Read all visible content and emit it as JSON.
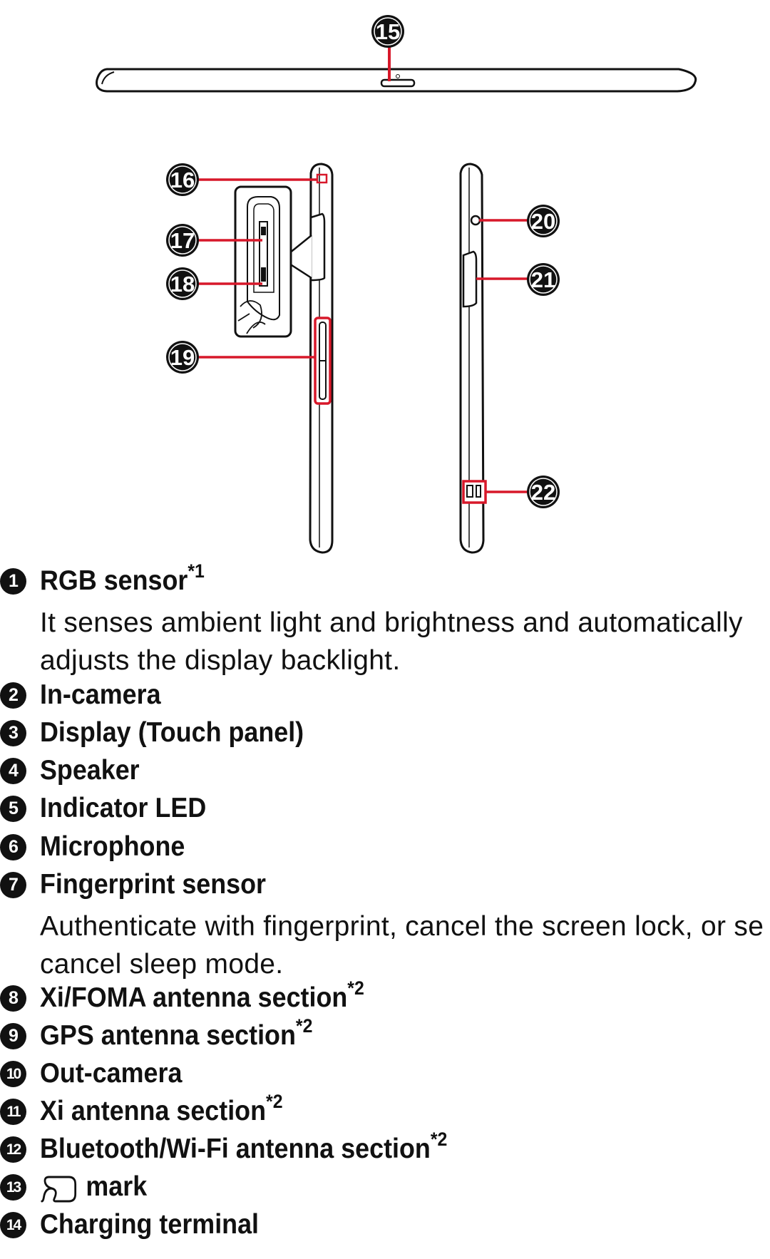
{
  "callouts": [
    "15",
    "16",
    "17",
    "18",
    "19",
    "20",
    "21",
    "22"
  ],
  "colors": {
    "accent": "#d7182a",
    "ink": "#111111"
  },
  "parts": [
    {
      "num": "1",
      "title": "RGB sensor",
      "note": "*1",
      "desc": [
        "It senses ambient light and brightness and automatically",
        "adjusts the display backlight."
      ]
    },
    {
      "num": "2",
      "title": "In-camera",
      "note": ""
    },
    {
      "num": "3",
      "title": "Display (Touch panel)",
      "note": ""
    },
    {
      "num": "4",
      "title": "Speaker",
      "note": ""
    },
    {
      "num": "5",
      "title": "Indicator LED",
      "note": ""
    },
    {
      "num": "6",
      "title": "Microphone",
      "note": ""
    },
    {
      "num": "7",
      "title": "Fingerprint sensor",
      "note": "",
      "desc": [
        "Authenticate with fingerprint, cancel the screen lock, or se",
        "cancel sleep mode."
      ]
    },
    {
      "num": "8",
      "title": "Xi/FOMA antenna section",
      "note": "*2"
    },
    {
      "num": "9",
      "title": "GPS antenna section",
      "note": "*2"
    },
    {
      "num": "10",
      "title": "Out-camera",
      "note": ""
    },
    {
      "num": "11",
      "title": "Xi antenna section",
      "note": "*2"
    },
    {
      "num": "12",
      "title": "Bluetooth/Wi-Fi antenna section",
      "note": "*2"
    },
    {
      "num": "13",
      "title": "mark",
      "note": "",
      "icon": "felica-mark-icon"
    },
    {
      "num": "14",
      "title": "Charging terminal",
      "note": ""
    }
  ]
}
